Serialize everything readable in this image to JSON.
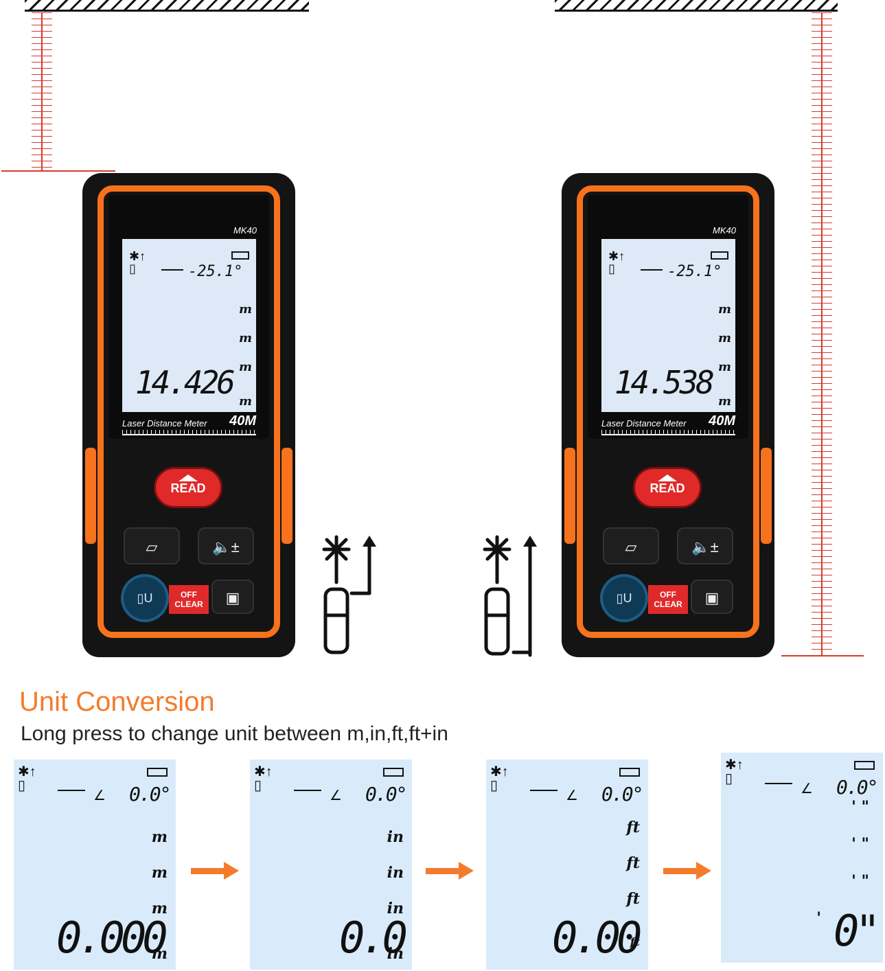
{
  "device": {
    "model": "MK40",
    "product_name": "Laser Distance Meter",
    "range": "40M",
    "read_label": "READ",
    "clear_label_top": "OFF",
    "clear_label_bottom": "CLEAR",
    "unit_label": "m",
    "angle": "-25.1°",
    "colors": {
      "accent": "#f7721c",
      "body": "#141414",
      "lcd": "#dde9f7",
      "button_red": "#e02a2a"
    }
  },
  "left_meter": {
    "reading": "14.426"
  },
  "right_meter": {
    "reading": "14.538"
  },
  "icons": [
    "laser-icon",
    "battery-icon",
    "angle-icon",
    "area-volume-icon",
    "sound-icon",
    "unit-icon",
    "save-icon"
  ],
  "unit_conversion": {
    "title": "Unit Conversion",
    "subtitle": "Long press to change unit between m,in,ft,ft+in",
    "panels": [
      {
        "angle": "0.0°",
        "units": [
          "m",
          "m",
          "m"
        ],
        "reading": "0.000",
        "reading_unit": "m"
      },
      {
        "angle": "0.0°",
        "units": [
          "in",
          "in",
          "in"
        ],
        "reading": "0.0",
        "reading_unit": "in"
      },
      {
        "angle": "0.0°",
        "units": [
          "ft",
          "ft",
          "ft"
        ],
        "reading": "0.00",
        "reading_unit": "ft"
      },
      {
        "angle": "0.0°",
        "units": [
          "'  \"",
          "'  \"",
          "'  \""
        ],
        "reading": "0\"",
        "reading_unit": "'"
      }
    ],
    "accent": "#f47b2b"
  }
}
